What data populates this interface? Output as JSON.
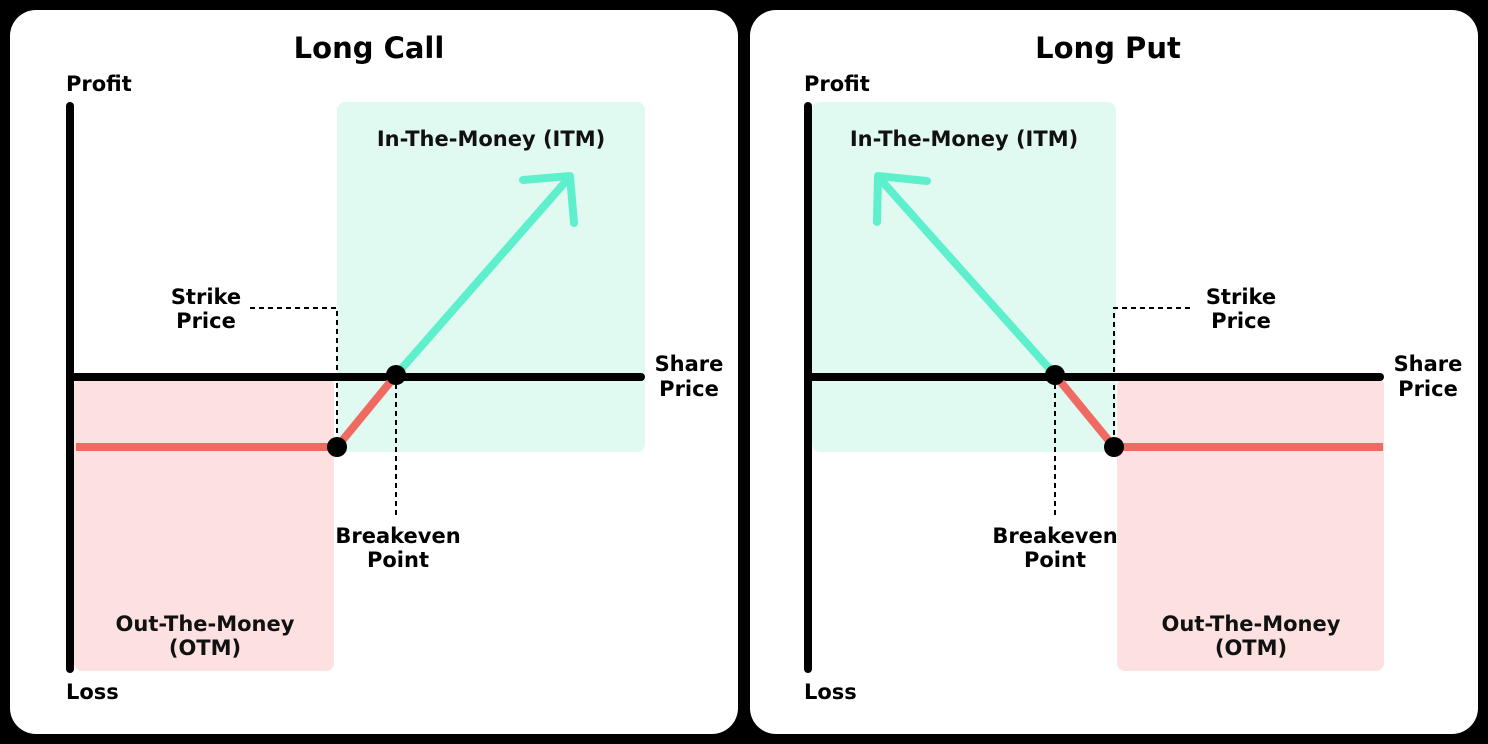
{
  "colors": {
    "itm_zone": "#e0faf2",
    "otm_zone": "#fde0e0",
    "profit_line": "#5ef0cc",
    "loss_line": "#ef6a63",
    "axis": "#000000"
  },
  "long_call": {
    "title": "Long Call",
    "axis_top": "Profit",
    "axis_bottom": "Loss",
    "axis_right_1": "Share",
    "axis_right_2": "Price",
    "itm_label": "In-The-Money (ITM)",
    "otm_label_1": "Out-The-Money",
    "otm_label_2": "(OTM)",
    "strike_1": "Strike",
    "strike_2": "Price",
    "breakeven_1": "Breakeven",
    "breakeven_2": "Point"
  },
  "long_put": {
    "title": "Long Put",
    "axis_top": "Profit",
    "axis_bottom": "Loss",
    "axis_right_1": "Share",
    "axis_right_2": "Price",
    "itm_label": "In-The-Money (ITM)",
    "otm_label_1": "Out-The-Money",
    "otm_label_2": "(OTM)",
    "strike_1": "Strike",
    "strike_2": "Price",
    "breakeven_1": "Breakeven",
    "breakeven_2": "Point"
  }
}
